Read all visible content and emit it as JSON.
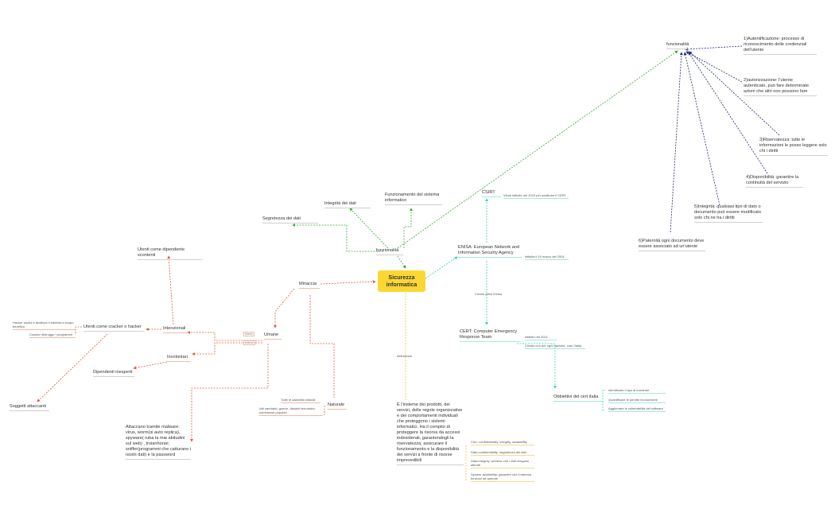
{
  "central": {
    "label": "Sicurezza\ninformatica"
  },
  "nodes": {
    "funz_top": "funzionalità",
    "auth": "1)Autentificazione: processo di riconoscimento delle credenziali dell'utente",
    "autorizz": "2)autorizzazione: l'utente autenticato, può fare determinate azioni che altri non possono fare",
    "riserv": "3)Riservatezza: tutte le informazioni le posso leggere solo chi i diritti",
    "disp": "4)Disponibilità: garantire la continuità del servizio",
    "integr": "5)Integrità: qualsiasi tipo di dato o documento può essere modificato solo chi ne ha i diritti",
    "patern": "6)Paternità ogni documento deve essere associato ad un'utente",
    "integr_dati": "Integrità dei dati",
    "funz_sist": "Funzionamento del sistema informatico",
    "segret": "Segretezza dei dati",
    "funz_mid": "funzionalità",
    "csirt": "CSIRT",
    "csirt_note": "Viene istituito nel 2019 per sostituire il CERT",
    "enisa": "ENISA: European Network and Information Security Agency",
    "enisa_note": "istituita il 10 marzo del 2004",
    "creato": "Creato sotto l'enisa",
    "cert": "CERT: Computer Emergency Response Team",
    "cert_note1": "istituito nel 2011",
    "cert_note2": "Creato uno per ogni nazione, così l'italia",
    "obiettivi": "Obbiettivi del cert italia",
    "ob1": "Identificare il tipo di incidente",
    "ob2": "Quantificare le perdite economiche",
    "ob3": "Aggiornare le vulnerabilità del software",
    "minaccia": "Minaccia",
    "umane": "Umane",
    "intenzionali": "Intenzionali",
    "involontari": "Involontari",
    "dip_scontenti": "Utenti come dipendente scontenti",
    "cracker": "Utenti come cracker o hacker",
    "hacker_note": "Hacker studia e analizza il sistema a scopo benefico",
    "cracker_note": "Cracker distrugge i programmi",
    "soggetti": "Soggetti attaccanti",
    "dip_inesperti": "Dipendenti inesperti",
    "attaccano": "Attaccano tramite malware: virus, worm(si auto replica), spyware( ruba la mia abitudini sul web) , troianhorse; sniffer(programmi che catturano i nostri dati) e la password",
    "naturale": "Naturale",
    "nat_note1": "Tutte le calamità naturali",
    "nat_note2": "Atti vandalici, guerre, disturbi terroristici, sommosse popolari",
    "badge_interni": "interni",
    "badge_esterni": "esterni",
    "definizione_label": "definizione",
    "definizione": "È l'insieme dei prodotti, dei servizi, delle regole organizzative e dei comportamenti individuali che proteggono i sistemi informatici. Ha il compito di proteggere la risorsa da accessi indesiderati, garantendogli la riservatezza; assicurare il funzionamento  e la disponibilità dei servizi a fronte di risorse imprevedibili",
    "cia": "CIA= confidentiality, integrity, availability",
    "cia1": "Data confidentiality: segretezza dei dati",
    "cia2": "Data integrity: avviene che i dati vengano alterati",
    "cia3": "System availability: garantire che il sistema funzioni ad operare"
  },
  "colors": {
    "central": "#fbd733",
    "red": "#e8583a",
    "green": "#3aa537",
    "teal": "#2ecfbf",
    "navy": "#1f2a6e",
    "yellow": "#f0c23a"
  }
}
